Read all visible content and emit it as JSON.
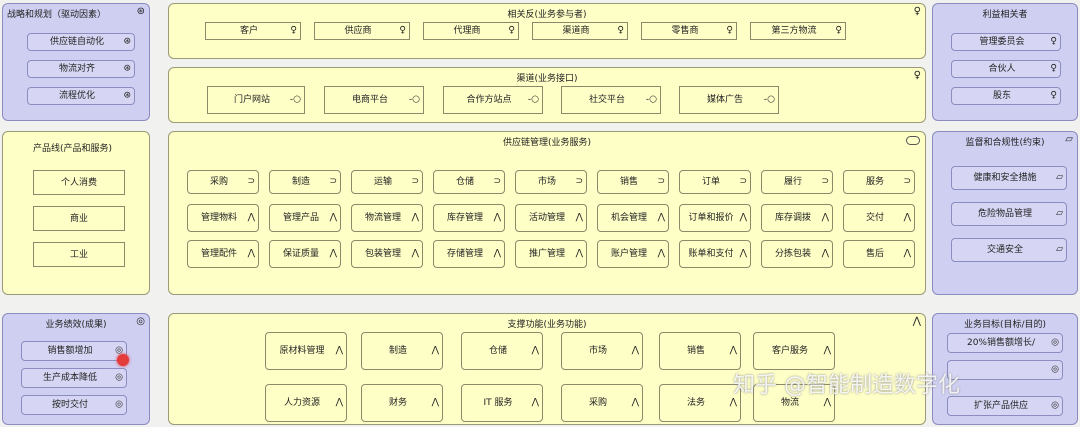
{
  "strategy": {
    "title": "战略和规划（驱动因素）",
    "icon": "⊛",
    "items": [
      "供应链自动化",
      "物流对齐",
      "流程优化"
    ]
  },
  "stakeholders_panel": {
    "title": "相关反(业务参与者)",
    "icon": "♀",
    "items": [
      "客户",
      "供应商",
      "代理商",
      "渠道商",
      "零售商",
      "第三方物流"
    ]
  },
  "interested": {
    "title": "利益相关者",
    "items": [
      "管理委员会",
      "合伙人",
      "股东"
    ]
  },
  "channels": {
    "title": "渠道(业务接口)",
    "icon": "♀",
    "items": [
      "门户网站",
      "电商平台",
      "合作方站点",
      "社交平台",
      "媒体广告"
    ]
  },
  "products": {
    "title": "产品线(产品和服务)",
    "items": [
      "个人消费",
      "商业",
      "工业"
    ]
  },
  "scm": {
    "title": "供应链管理(业务服务)",
    "processes": [
      "采购",
      "制造",
      "运输",
      "仓储",
      "市场",
      "销售",
      "订单",
      "履行",
      "服务"
    ],
    "row2": [
      "管理物料",
      "管理产品",
      "物流管理",
      "库存管理",
      "活动管理",
      "机会管理",
      "订单和报价",
      "库存调拨",
      "交付"
    ],
    "row3": [
      "管理配件",
      "保证质量",
      "包装管理",
      "存储管理",
      "推广管理",
      "账户管理",
      "账单和支付",
      "分拣包装",
      "售后"
    ]
  },
  "compliance": {
    "title": "监督和合规性(约束)",
    "items": [
      "健康和安全措施",
      "危险物品管理",
      "交通安全"
    ]
  },
  "performance": {
    "title": "业务绩效(成果)",
    "items": [
      "销售额增加",
      "生产成本降低",
      "按时交付"
    ]
  },
  "support": {
    "title": "支撑功能(业务功能)",
    "row1": [
      "原材料管理",
      "制造",
      "仓储",
      "市场",
      "销售",
      "客户服务"
    ],
    "row2": [
      "人力资源",
      "财务",
      "IT 服务",
      "采购",
      "法务",
      "物流"
    ]
  },
  "goals": {
    "title": "业务目标(目标/目的)",
    "items": [
      "20%销售额增长/",
      "",
      "扩张产品供应"
    ]
  },
  "watermark": "知乎 @智能制造数字化",
  "icons": {
    "actor": "♀",
    "interface": "-○",
    "service": "⊃",
    "function": "⋀",
    "goal": "◎",
    "driver": "⊛",
    "constraint": "▱"
  }
}
